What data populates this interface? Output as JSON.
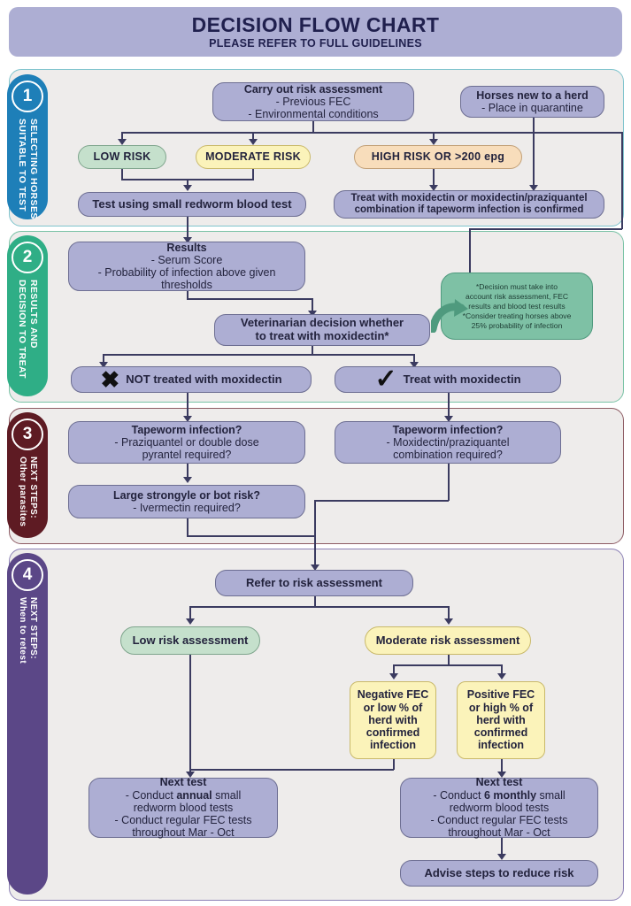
{
  "header": {
    "title": "DECISION FLOW CHART",
    "subtitle": "PLEASE REFER TO FULL GUIDELINES"
  },
  "colors": {
    "header_bg": "#adaed3",
    "box_purple": "#adaed3",
    "box_green": "#c5e0cc",
    "box_yellow": "#fbf3ba",
    "box_peach": "#f8ddbb",
    "note_green": "#7ec1a5",
    "panel_bg": "#eeeceb",
    "connector": "#3b3b60",
    "tab1": "#1e7fb8",
    "tab2": "#2fae86",
    "tab3": "#5e1b23",
    "tab4": "#5b4787"
  },
  "sections": [
    {
      "number": "1",
      "label": "SELECTING HORSES\nSUITABLE TO TEST"
    },
    {
      "number": "2",
      "label": "RESULTS AND\nDECISION TO TREAT"
    },
    {
      "number": "3",
      "label": "NEXT STEPS:\nOther parasites"
    },
    {
      "number": "4",
      "label": "NEXT STEPS:\nWhen to retest"
    }
  ],
  "section1": {
    "risk_assessment": {
      "title": "Carry out risk assessment",
      "line1": "- Previous FEC",
      "line2": "- Environmental conditions"
    },
    "new_horses": {
      "title": "Horses new to a herd",
      "line1": "- Place in quarantine"
    },
    "low_risk": "LOW RISK",
    "moderate_risk": "MODERATE RISK",
    "high_risk": "HIGH RISK OR >200 epg",
    "blood_test": "Test using small redworm blood test",
    "treat": {
      "line1": "Treat with moxidectin or moxidectin/praziquantel",
      "line2": "combination if tapeworm infection is confirmed"
    }
  },
  "section2": {
    "results": {
      "title": "Results",
      "line1": "- Serum Score",
      "line2": "- Probability of infection above given",
      "line3": "thresholds"
    },
    "vet_decision": {
      "line1": "Veterinarian decision whether",
      "line2": "to treat with moxidectin*"
    },
    "note": {
      "bullet1": "*Decision must take into account risk assessment, FEC results and blood test results",
      "bullet2": "*Consider treating horses above 25% probability of infection",
      "b1_l1": "*Decision must take into",
      "b1_l2": "account risk assessment, FEC",
      "b1_l3": "results and blood test results",
      "b2_l1": "*Consider treating horses above",
      "b2_l2": "25% probability of infection"
    },
    "not_treated": "NOT treated with moxidectin",
    "not_treated_icon": "✖",
    "treated": "Treat with moxidectin",
    "treated_icon": "✓"
  },
  "section3": {
    "left": {
      "title": "Tapeworm infection?",
      "line1": "- Praziquantel or double dose",
      "line2": "pyrantel required?"
    },
    "right": {
      "title": "Tapeworm infection?",
      "line1": "- Moxidectin/praziquantel",
      "line2": "combination required?"
    },
    "strongyle": {
      "title": "Large strongyle or bot risk?",
      "line1": "- Ivermectin required?"
    }
  },
  "section4": {
    "refer": "Refer to risk assessment",
    "low_risk": "Low risk assessment",
    "moderate_risk": "Moderate risk assessment",
    "negative_fec": {
      "l1": "Negative FEC",
      "l2": "or low % of",
      "l3": "herd with",
      "l4": "confirmed",
      "l5": "infection"
    },
    "positive_fec": {
      "l1": "Positive FEC",
      "l2": "or high % of",
      "l3": "herd with",
      "l4": "confirmed",
      "l5": "infection"
    },
    "next_test_left": {
      "title": "Next test",
      "l1a": "- Conduct ",
      "l1b": "annual",
      "l1c": " small",
      "l2": "redworm blood tests",
      "l3": "- Conduct regular FEC tests",
      "l4": "throughout Mar - Oct"
    },
    "next_test_right": {
      "title": "Next test",
      "l1a": "- Conduct ",
      "l1b": "6 monthly",
      "l1c": " small",
      "l2": "redworm blood tests",
      "l3": "- Conduct regular FEC tests",
      "l4": "throughout Mar - Oct"
    },
    "advise": "Advise steps to reduce risk"
  }
}
